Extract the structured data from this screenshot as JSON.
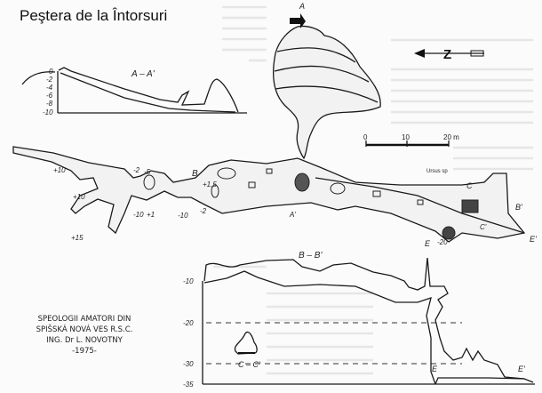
{
  "title": "Peştera de la Întorsuri",
  "profile_aa": {
    "label": "A – A'",
    "ticks": [
      "0",
      "-2",
      "-4",
      "-6",
      "-8",
      "-10"
    ]
  },
  "profile_bb": {
    "label": "B – B'",
    "ticks": [
      "-10",
      "-20",
      "-30",
      "-35"
    ],
    "markers": [
      "E",
      "E'"
    ]
  },
  "profile_cc": {
    "label": "C – C'"
  },
  "scale": {
    "labels": [
      "0",
      "10",
      "20 m"
    ]
  },
  "north": {
    "label": "Z"
  },
  "plan": {
    "labels": [
      "A",
      "A'",
      "B",
      "B'",
      "C",
      "C'",
      "E",
      "E'",
      "Ursus sp"
    ],
    "depths": [
      "-2",
      "-5",
      "+1,5",
      "-2",
      "-10",
      "-10",
      "+1",
      "+10",
      "+15",
      "+10",
      "-20"
    ]
  },
  "credits": [
    "SPEOLOGII AMATORI DIN",
    "SPIŠSKÁ NOVÁ VES  R.S.C.",
    "ING. Dr L. NOVOTNY",
    "-1975-"
  ]
}
